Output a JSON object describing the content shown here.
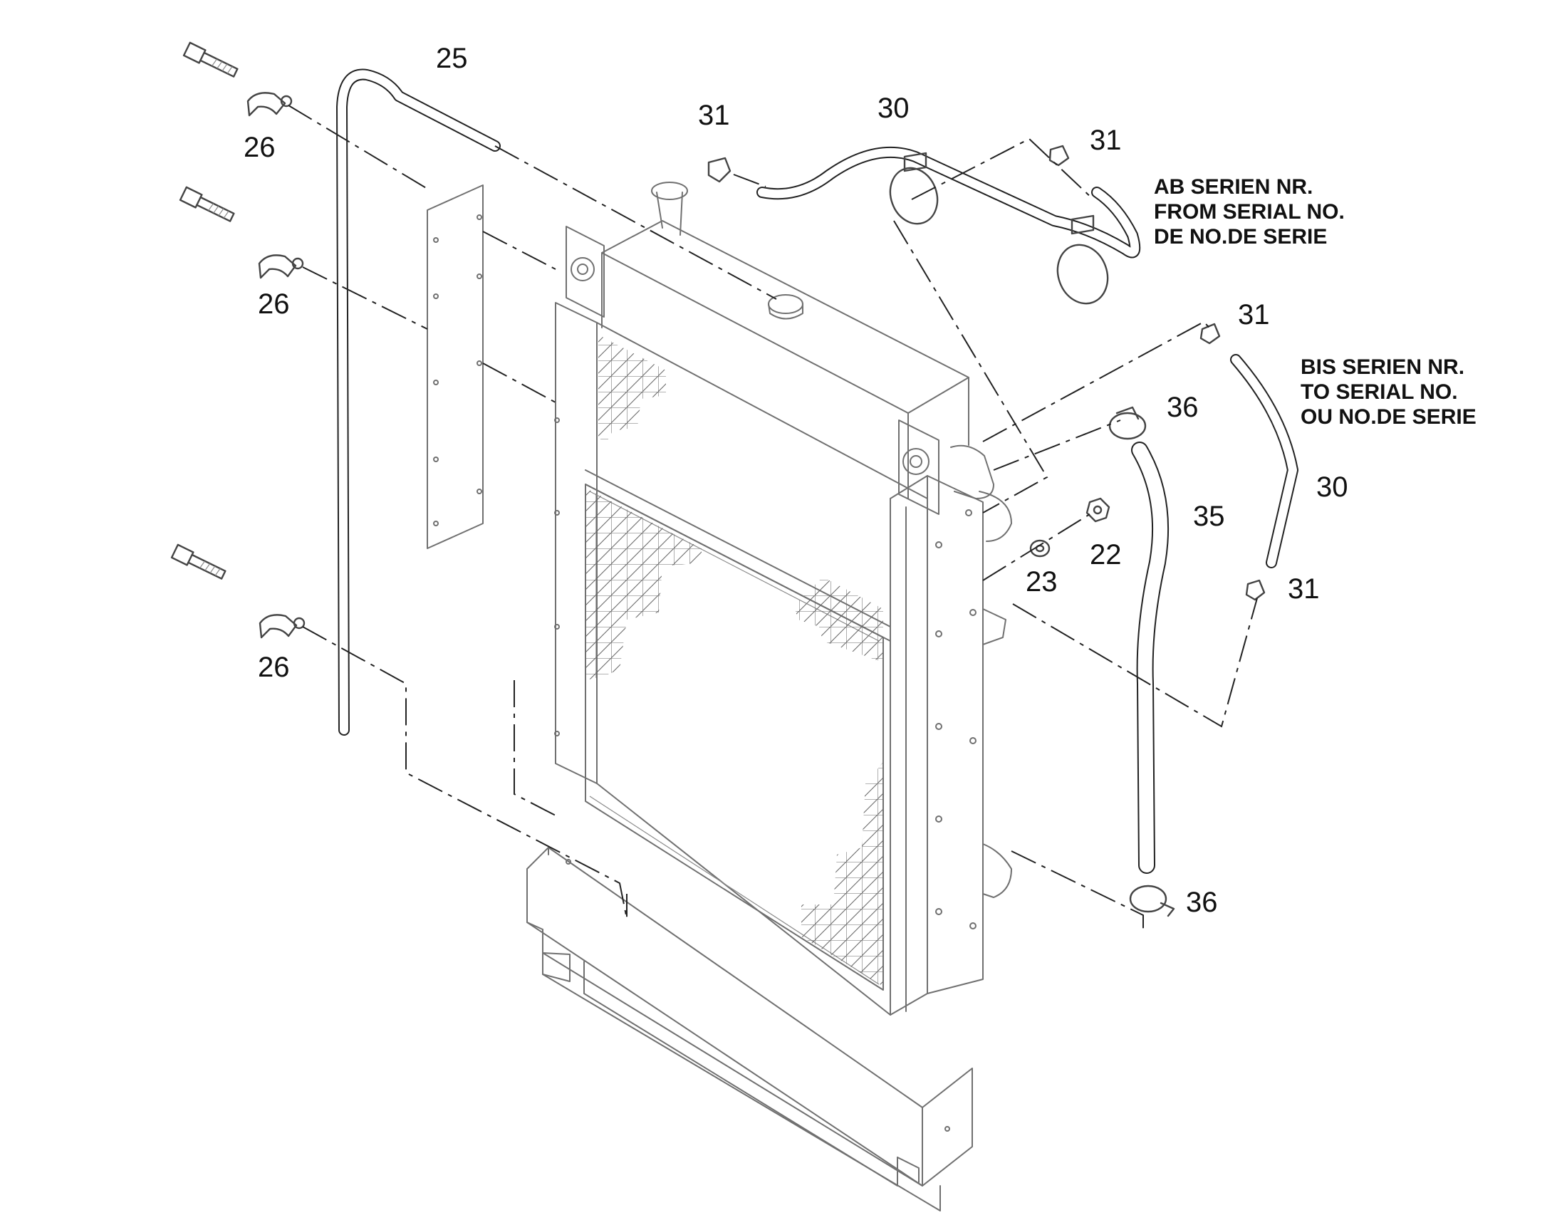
{
  "callouts": {
    "c25": "25",
    "c26_top": "26",
    "c26_mid": "26",
    "c26_bot": "26",
    "c31_a": "31",
    "c30_a": "30",
    "c31_b": "31",
    "c31_c": "31",
    "c36_top": "36",
    "c35": "35",
    "c30_b": "30",
    "c22": "22",
    "c23": "23",
    "c31_d": "31",
    "c36_bot": "36"
  },
  "notes": {
    "from_serial": [
      "AB SERIEN NR.",
      "FROM SERIAL NO.",
      "DE NO.DE SERIE"
    ],
    "to_serial": [
      "BIS SERIEN NR.",
      "TO SERIAL NO.",
      "OU NO.DE SERIE"
    ]
  },
  "colors": {
    "line": "#707070",
    "ink": "#111111",
    "background": "#ffffff"
  }
}
